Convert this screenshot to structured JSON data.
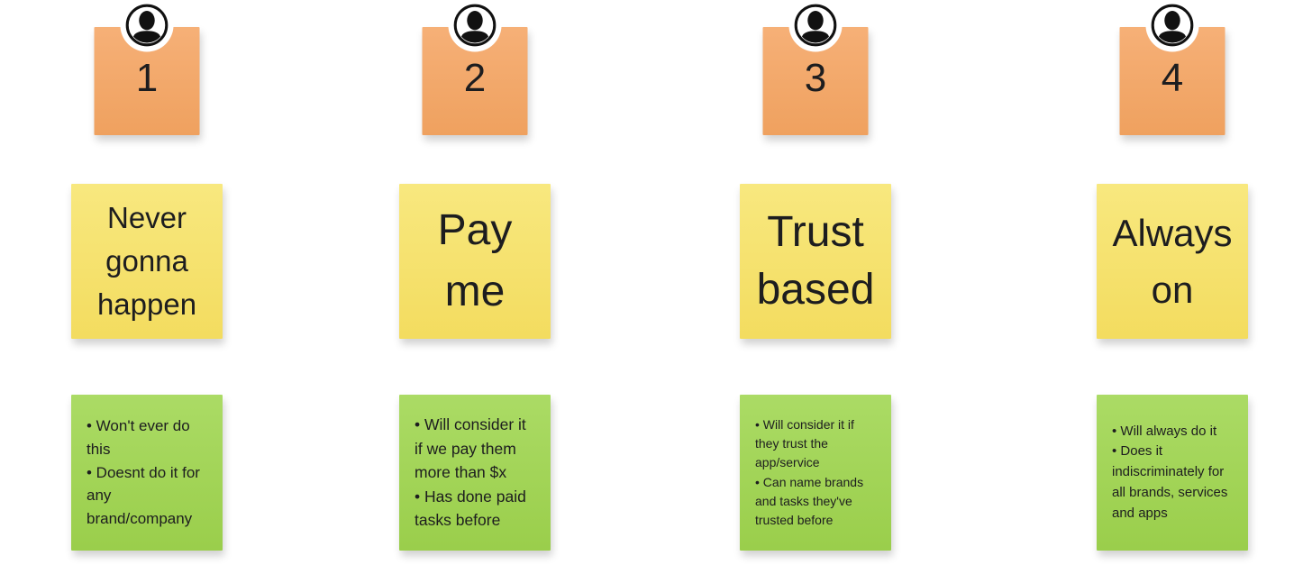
{
  "board": {
    "kind": "sticky-note-whiteboard",
    "background": "#FFFFFF"
  },
  "colors": {
    "orange_note": "#F3A96B",
    "yellow_note": "#F6E170",
    "green_note": "#A4D65B",
    "note_text": "#1D1D1F",
    "avatar_ink": "#111111"
  },
  "columns": [
    {
      "number": "1",
      "avatar_icon": "person-icon",
      "title": "Never gonna happen",
      "bullets": [
        "• Won't ever do this",
        "• Doesnt do it for any brand/company"
      ]
    },
    {
      "number": "2",
      "avatar_icon": "person-icon",
      "title": "Pay me",
      "bullets": [
        "• Will consider it if we pay them more than $x",
        "• Has done paid tasks before"
      ]
    },
    {
      "number": "3",
      "avatar_icon": "person-icon",
      "title": "Trust based",
      "bullets": [
        "• Will consider it if they trust the app/service",
        "• Can name brands and tasks they've trusted before"
      ]
    },
    {
      "number": "4",
      "avatar_icon": "person-icon",
      "title": "Always on",
      "bullets": [
        "• Will always do it",
        "• Does it indiscriminately for all brands, services and apps"
      ]
    }
  ]
}
